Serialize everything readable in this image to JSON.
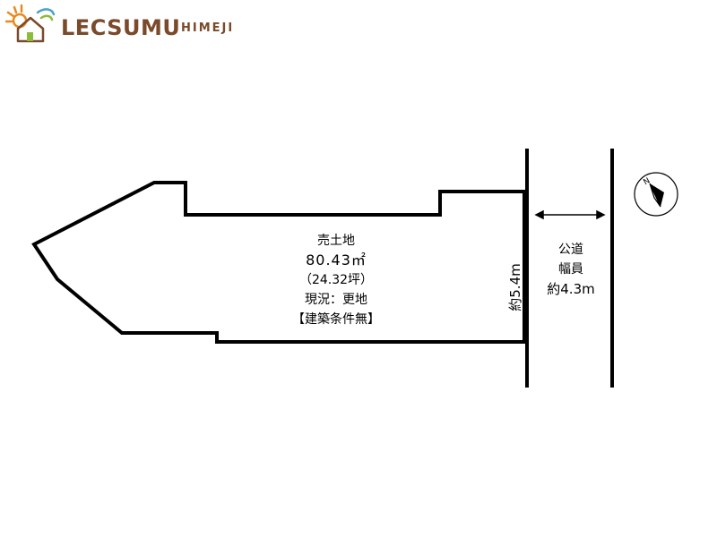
{
  "header": {
    "brand": "LECSUMU",
    "sub": "HIMEJI",
    "brand_color": "#7a4a2a"
  },
  "plot": {
    "use": "売土地",
    "area_sqm": "80.43㎡",
    "area_tsubo": "（24.32坪）",
    "status": "現況：更地",
    "condition": "【建築条件無】"
  },
  "frontage": {
    "label": "約5.4m"
  },
  "road": {
    "type": "公道",
    "width_label": "幅員",
    "width": "約4.3m"
  },
  "compass": {
    "label": "N"
  },
  "icons": [
    "logo-house-icon",
    "sun-icon",
    "double-arrow-icon",
    "north-arrow-icon"
  ],
  "colors": {
    "line": "#000000",
    "logo_orange": "#e8891f",
    "logo_green": "#8dbb3a",
    "logo_blue": "#4aa3c8",
    "logo_brown": "#7a4a2a"
  }
}
